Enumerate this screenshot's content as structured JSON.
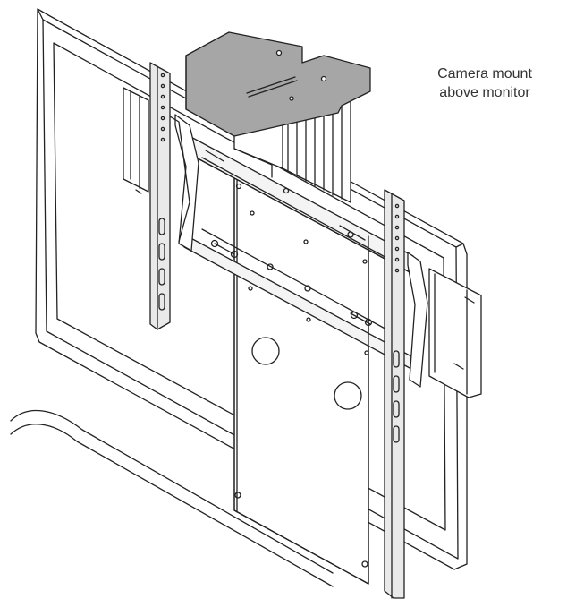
{
  "callout": {
    "line1": "Camera mount",
    "line2": "above monitor"
  },
  "colors": {
    "line": "#222222",
    "plate_fill": "#a6a6a6",
    "bracket_fill": "#e9e9e9",
    "panel_fill": "#ffffff",
    "text": "#333333"
  },
  "components": [
    "monitor-frame",
    "camera-mount-plate",
    "vertical-column",
    "mounting-plate",
    "left-bracket",
    "right-bracket",
    "wall-arc"
  ]
}
